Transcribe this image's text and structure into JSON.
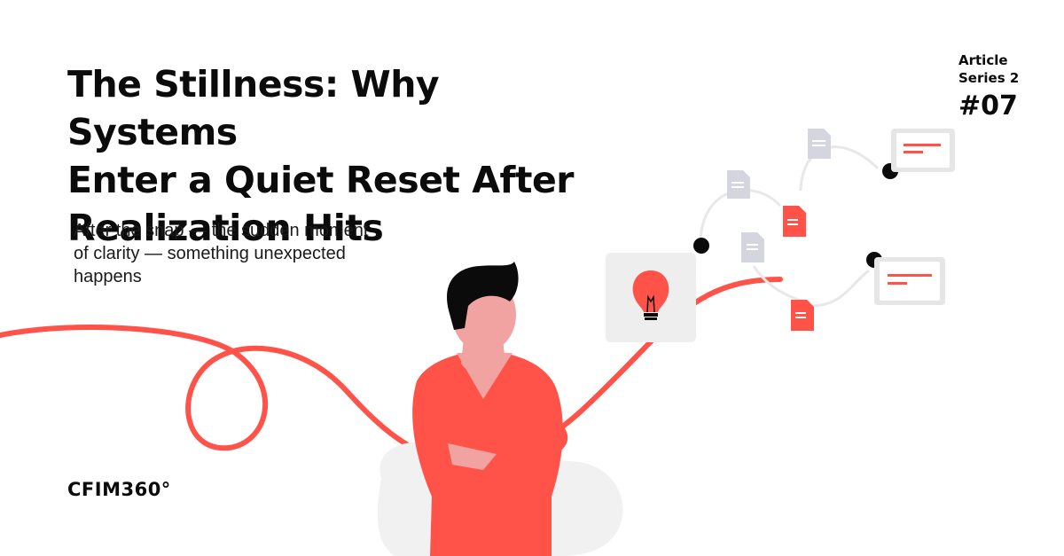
{
  "title_lines": [
    "The Stillness: Why Systems",
    "Enter a Quiet Reset After",
    "Realization Hits"
  ],
  "subtitle_lines": [
    "After the snap — the sudden moment",
    "of clarity — something unexpected",
    "happens"
  ],
  "series": {
    "line1": "Article",
    "line2": "Series 2",
    "number": "#07"
  },
  "brand": "CFIM360°",
  "colors": {
    "accent": "#ff5349",
    "ink": "#0b0b0b",
    "skin": "#f0a3a1",
    "gray_card": "#e6e6e6",
    "gray_doc": "#d4d5df"
  },
  "illustration": {
    "bulb_icon": "lightbulb-icon",
    "document_icons": [
      "document-icon",
      "document-icon",
      "document-icon",
      "document-icon",
      "document-icon"
    ],
    "message_cards": [
      "message-card-icon",
      "message-card-icon"
    ]
  }
}
